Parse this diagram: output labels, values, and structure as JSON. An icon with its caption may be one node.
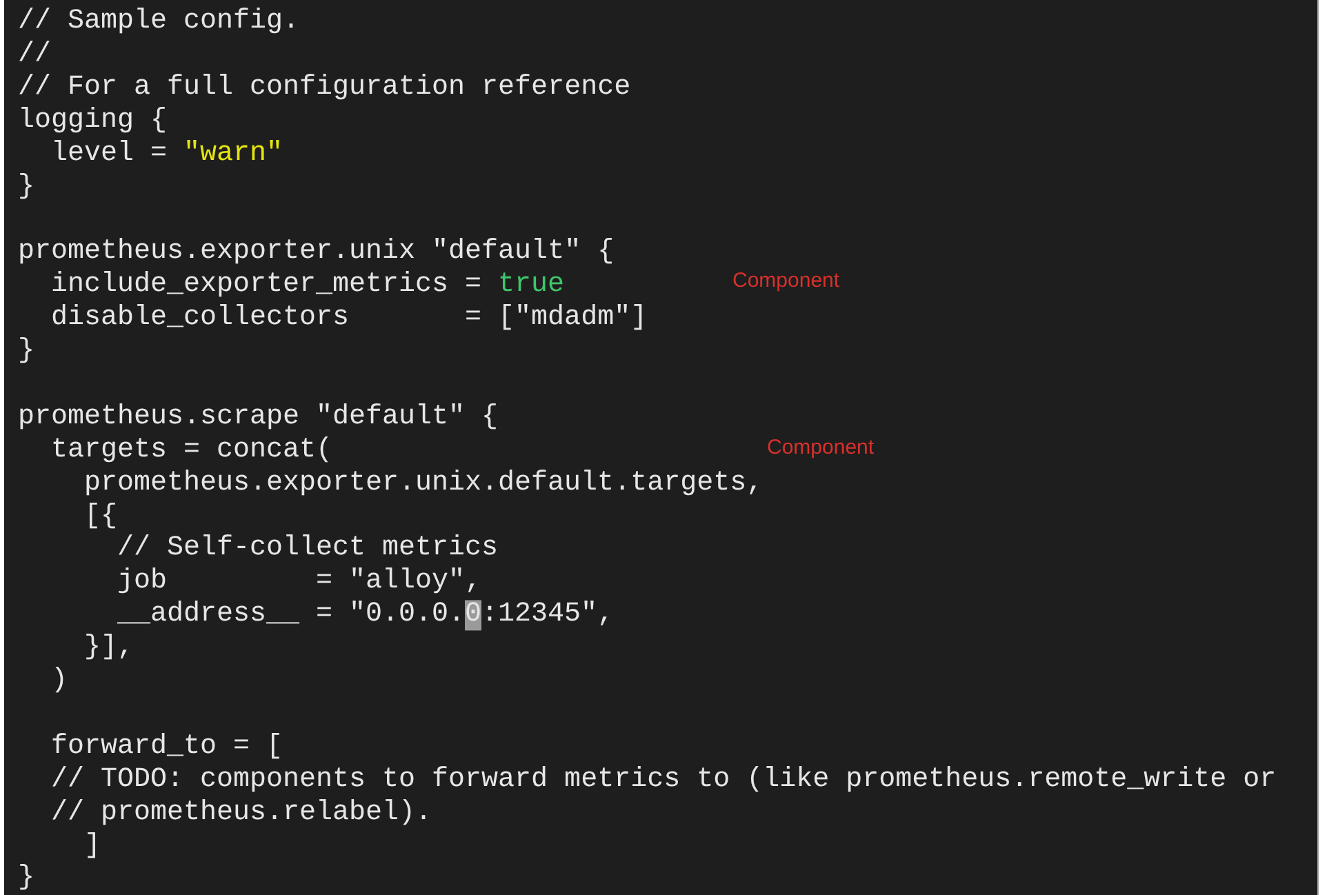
{
  "diagram": {
    "labels": [
      "// Sample config.",
      "//",
      "// For a full configuration reference",
      "logging {",
      "level =",
      "\"warn\"",
      "}",
      "prometheus.exporter.unix \"default\" {",
      "include_exporter_metrics =",
      "true",
      "Component",
      "disable_collectors       = [\"mdadm\"]",
      "}",
      "prometheus.scrape \"default\" {",
      "targets = concat(",
      "Component",
      "prometheus.exporter.unix.default.targets,",
      "[{",
      "// Self-collect metrics",
      "job         = \"alloy\",",
      "__address__ = \"0.0.0.0:12345\",",
      "}],",
      ")",
      "forward_to = [",
      "// TODO: components to forward metrics to (like prometheus.remote_write or",
      "// prometheus.relabel).",
      "]",
      "}"
    ]
  }
}
